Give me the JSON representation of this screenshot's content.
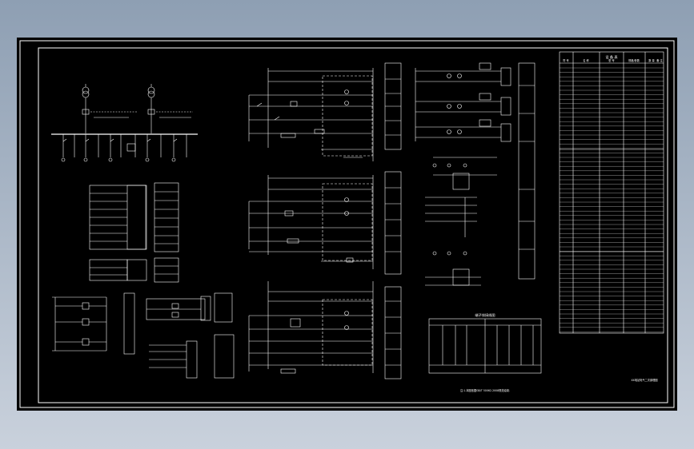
{
  "drawing": {
    "background": "#000000",
    "line_color": "#ffffff"
  },
  "equipment_table": {
    "title": "设 备 表",
    "headers": [
      "符 号",
      "名 称",
      "型 号",
      "规格/参数",
      "数 量",
      "备 注"
    ]
  },
  "title_block": {
    "label": "XX电站电气二次原理图"
  },
  "terminal_panel": {
    "title": "端子排接线图",
    "caption": "注:1.本图依据GB/T 50062-2008规范绘制."
  }
}
